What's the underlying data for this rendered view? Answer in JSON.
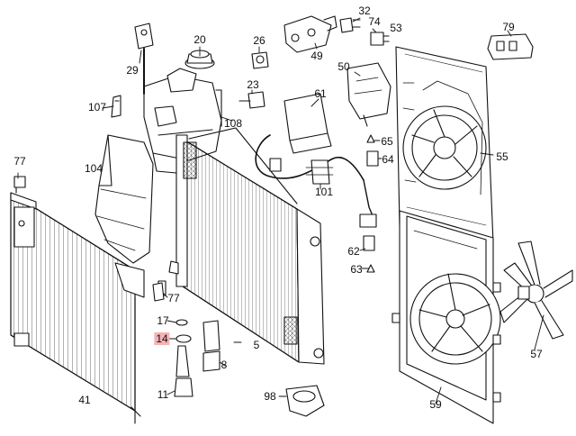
{
  "callouts": {
    "c5": "5",
    "c8": "8",
    "c11": "11",
    "c14": "14",
    "c17": "17",
    "c20": "20",
    "c23": "23",
    "c26": "26",
    "c29": "29",
    "c32": "32",
    "c41": "41",
    "c49": "49",
    "c50": "50",
    "c53": "53",
    "c55": "55",
    "c57": "57",
    "c59": "59",
    "c61": "61",
    "c62": "62",
    "c63": "63",
    "c64": "64",
    "c65": "65",
    "c74": "74",
    "c77a": "77",
    "c77b": "77",
    "c79": "79",
    "c98": "98",
    "c101": "101",
    "c104": "104",
    "c107": "107",
    "c108": "108"
  },
  "highlight_color": "#f4b3b3"
}
